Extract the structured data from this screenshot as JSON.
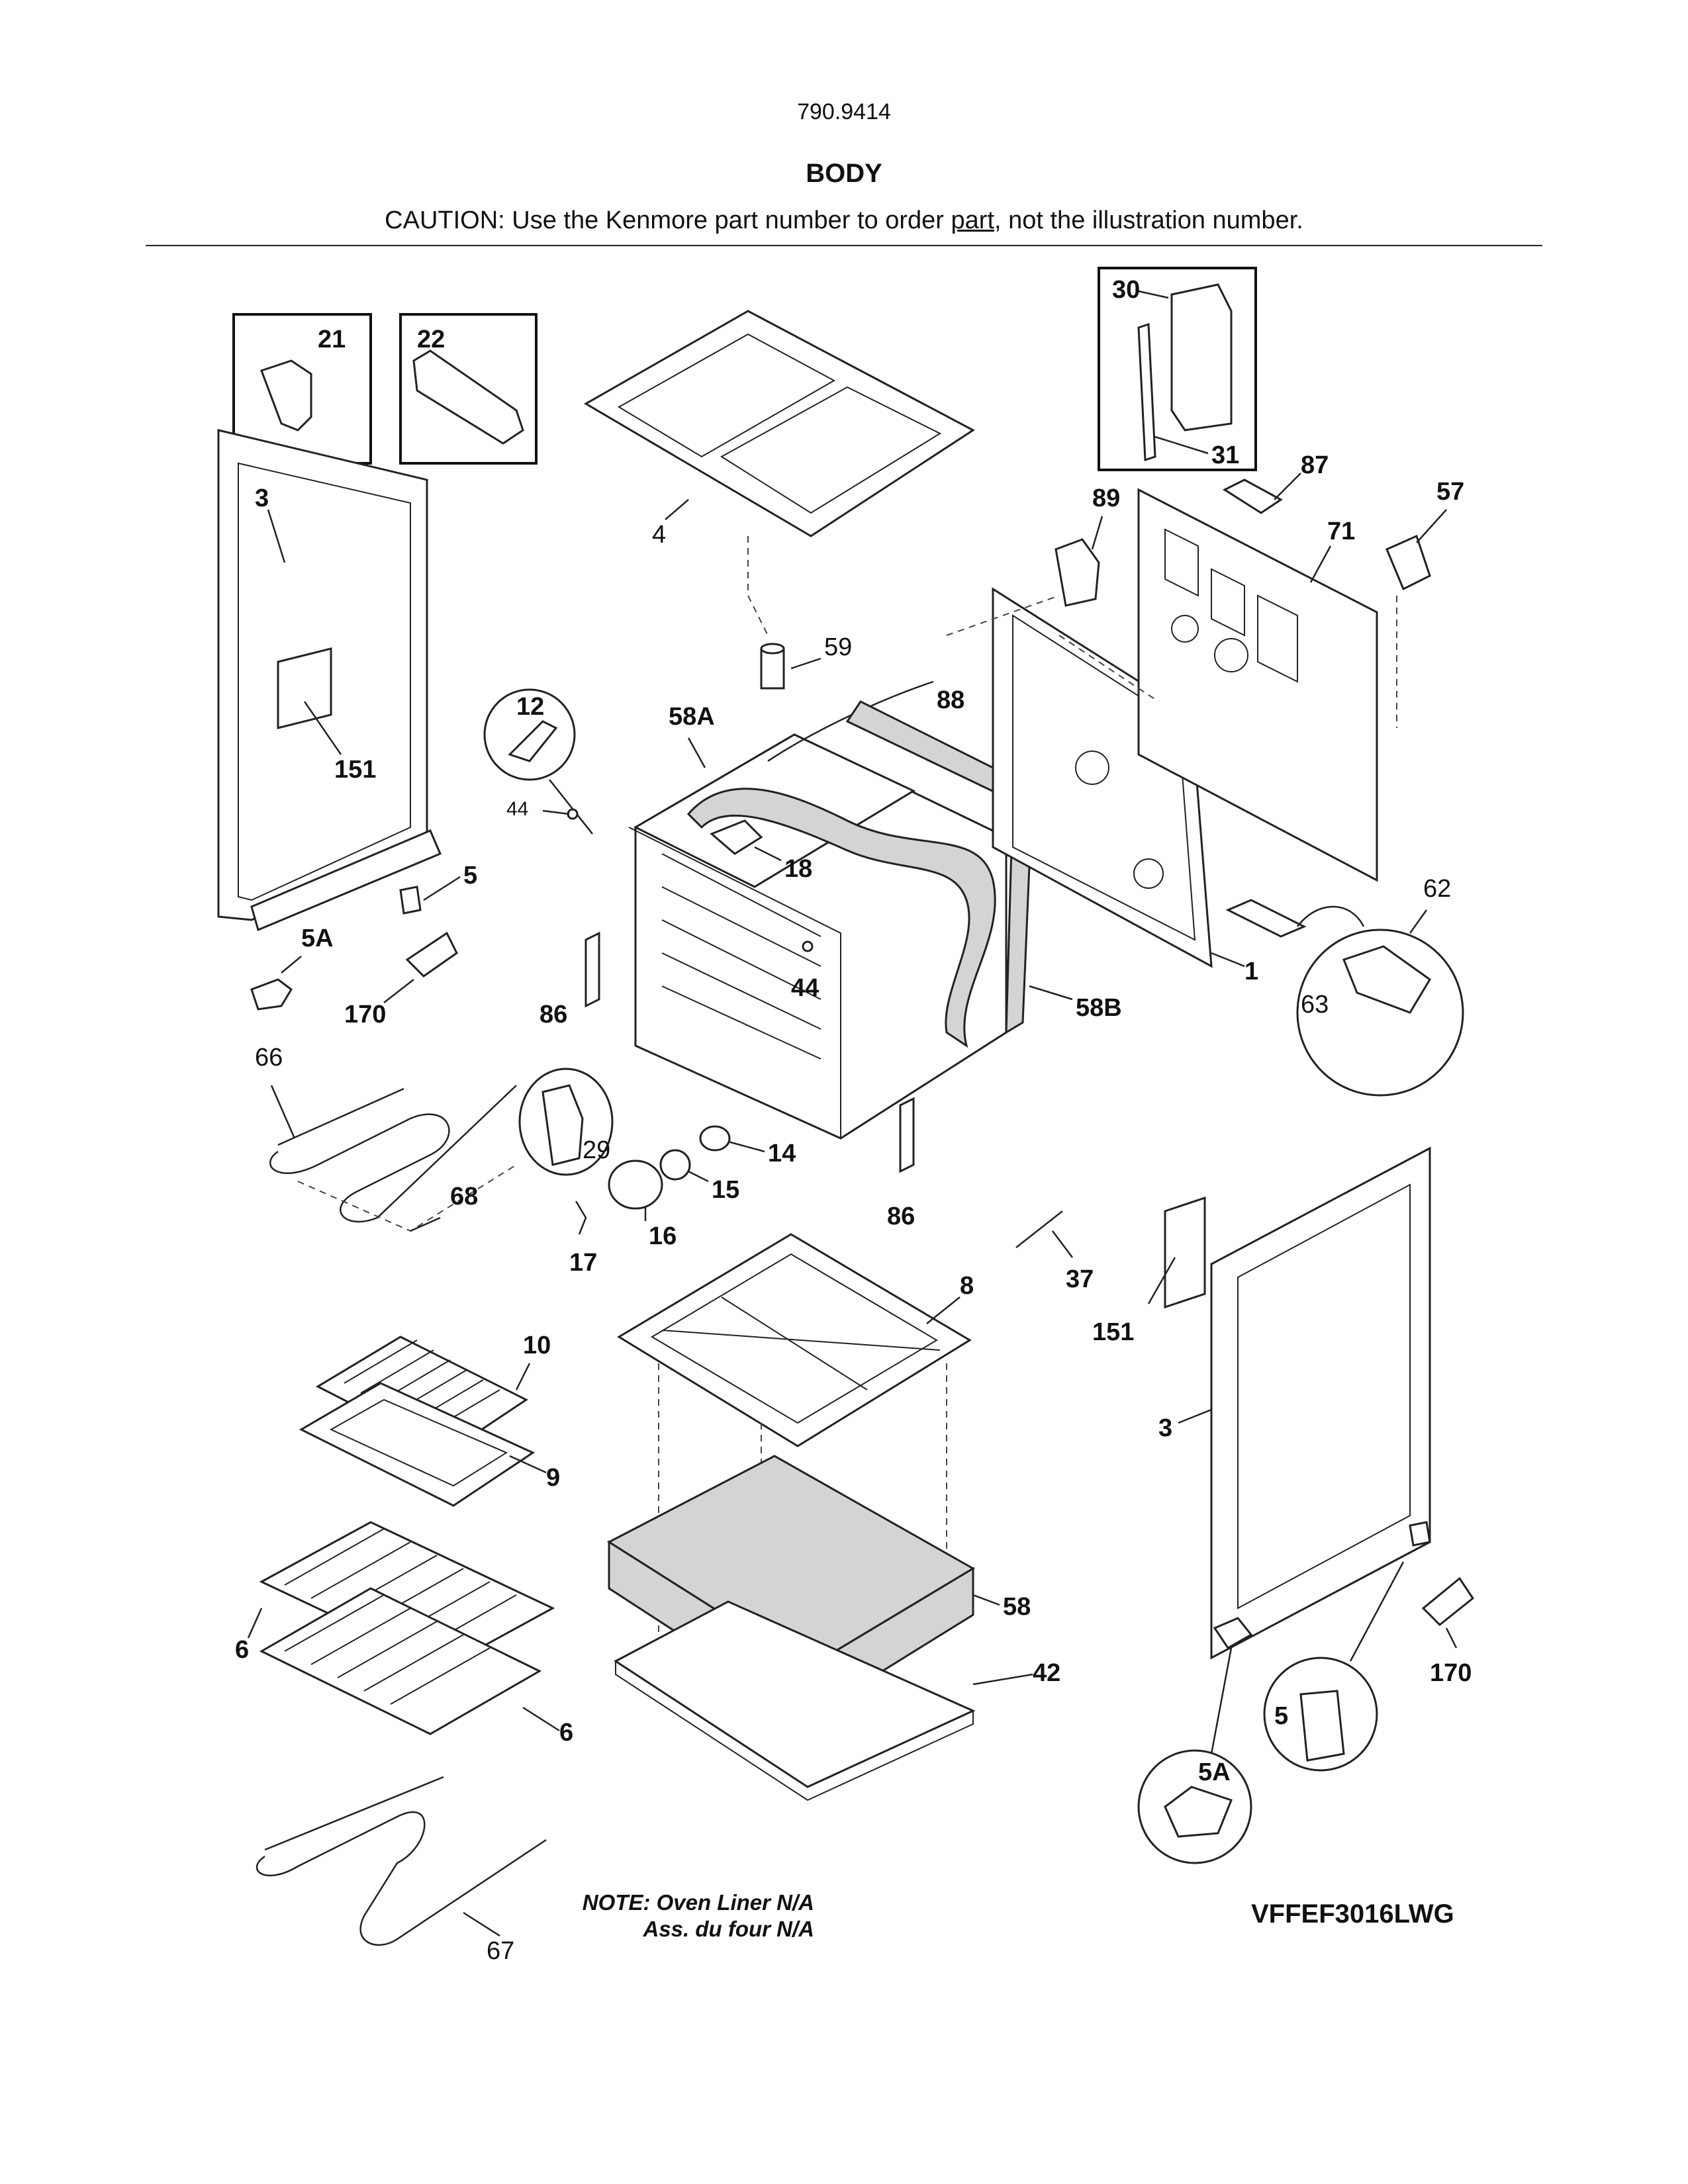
{
  "header": {
    "model_number": "790.9414",
    "section_title": "BODY",
    "caution_before": "CAUTION: Use the Kenmore part number to order ",
    "caution_link": "part",
    "caution_after": ", not the illustration number."
  },
  "callouts": {
    "c3_left": "3",
    "c4": "4",
    "c21": "21",
    "c22": "22",
    "c151_left": "151",
    "c5_left": "5",
    "c5a_left": "5A",
    "c170_left": "170",
    "c12": "12",
    "c44_left": "44",
    "c58a": "58A",
    "c59": "59",
    "c88": "88",
    "c18": "18",
    "c30": "30",
    "c31": "31",
    "c87": "87",
    "c89": "89",
    "c71": "71",
    "c57": "57",
    "c62": "62",
    "c63": "63",
    "c1": "1",
    "c58b": "58B",
    "c86_left": "86",
    "c44_mid": "44",
    "c66": "66",
    "c68": "68",
    "c29": "29",
    "c14": "14",
    "c15": "15",
    "c16": "16",
    "c17": "17",
    "c86_right": "86",
    "c37": "37",
    "c151_right": "151",
    "c8": "8",
    "c10": "10",
    "c9": "9",
    "c3_right": "3",
    "c6_top": "6",
    "c6_bottom": "6",
    "c58": "58",
    "c42": "42",
    "c170_right": "170",
    "c5_right": "5",
    "c5a_right": "5A",
    "c67": "67"
  },
  "note": {
    "line1": "NOTE: Oven Liner N/A",
    "line2": "Ass. du four N/A"
  },
  "diagram_code": "VFFEF3016LWG"
}
